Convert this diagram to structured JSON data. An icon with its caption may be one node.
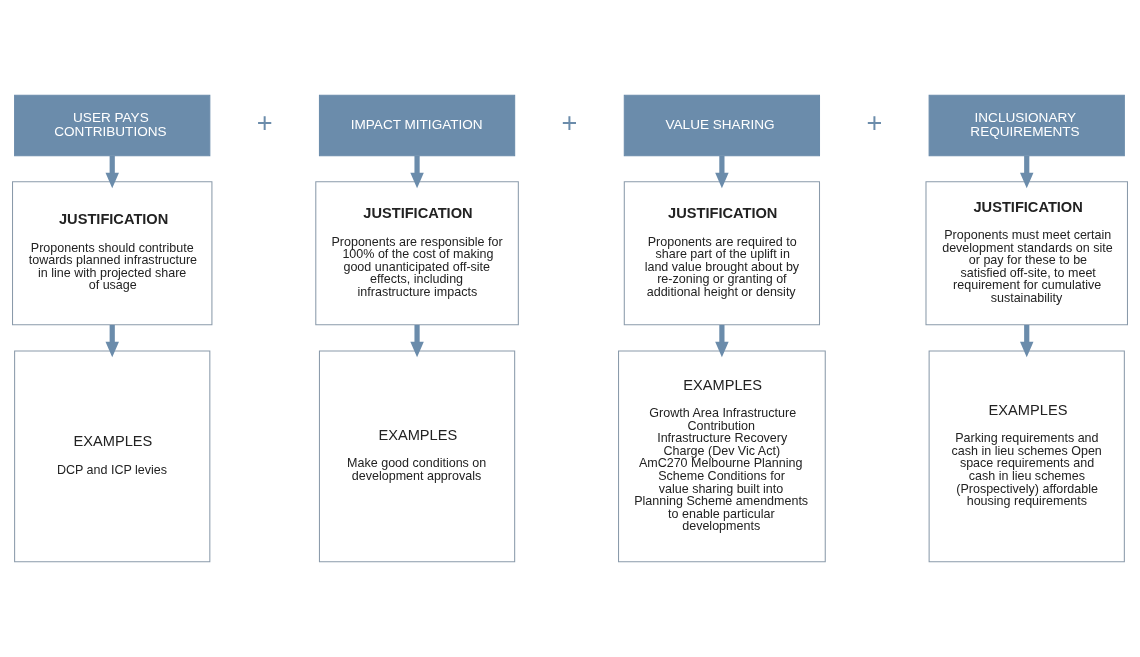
{
  "diagram": {
    "nodes": [
      {
        "text": [
          "USER PAYS CONTRIBUTIONS"
        ]
      },
      {
        "text": [
          "IMPACT MITIGATION"
        ]
      },
      {
        "text": [
          "VALUE SHARING"
        ]
      },
      {
        "text": [
          "INCLUSIONARY REQUIREMENTS"
        ]
      },
      {
        "text": [
          "JUSTIFICATION",
          "Proponents should contribute towards planned infrastructure in line with projected share of usage"
        ]
      },
      {
        "text": [
          "JUSTIFICATION",
          "Proponents are responsible for 100% of the cost of making good unanticipated off-site effects, including infrastructure impacts"
        ]
      },
      {
        "text": [
          "JUSTIFICATION",
          "Proponents are required to share part of the uplift in land value brought about by re-zoning or granting of additional height or density"
        ]
      },
      {
        "text": [
          "JUSTIFICATION",
          "Proponents must meet certain development standards on site or pay for these to be satisfied off-site, to meet requirement for cumulative sustainability"
        ]
      },
      {
        "text": [
          "EXAMPLES",
          "DCP and ICP levies"
        ]
      },
      {
        "text": [
          "EXAMPLES",
          "Make good conditions on development approvals"
        ]
      },
      {
        "text": [
          "EXAMPLES",
          "Growth Area Infrastructure Contribution Infrastructure Recovery Charge (Dev Vic Act) AmC270 Melbourne Planning Scheme Conditions for value sharing built into Planning Scheme amendments to enable particular developments"
        ]
      },
      {
        "text": [
          "EXAMPLES",
          "Parking requirements and cash in lieu schemes Open space requirements and cash in lieu schemes (Prospectively) affordable housing requirements"
        ]
      }
    ],
    "edges": [
      {
        "from": 0,
        "to": 4,
        "arrow": "to"
      },
      {
        "from": 4,
        "to": 8,
        "arrow": "to"
      },
      {
        "from": 1,
        "to": 5,
        "arrow": "to"
      },
      {
        "from": 5,
        "to": 9,
        "arrow": "to"
      },
      {
        "from": 2,
        "to": 6,
        "arrow": "to"
      },
      {
        "from": 6,
        "to": 10,
        "arrow": "to"
      },
      {
        "from": 3,
        "to": 7,
        "arrow": "to"
      },
      {
        "from": 7,
        "to": 11,
        "arrow": "to"
      }
    ],
    "labels": [
      "+",
      "+",
      "+"
    ]
  }
}
